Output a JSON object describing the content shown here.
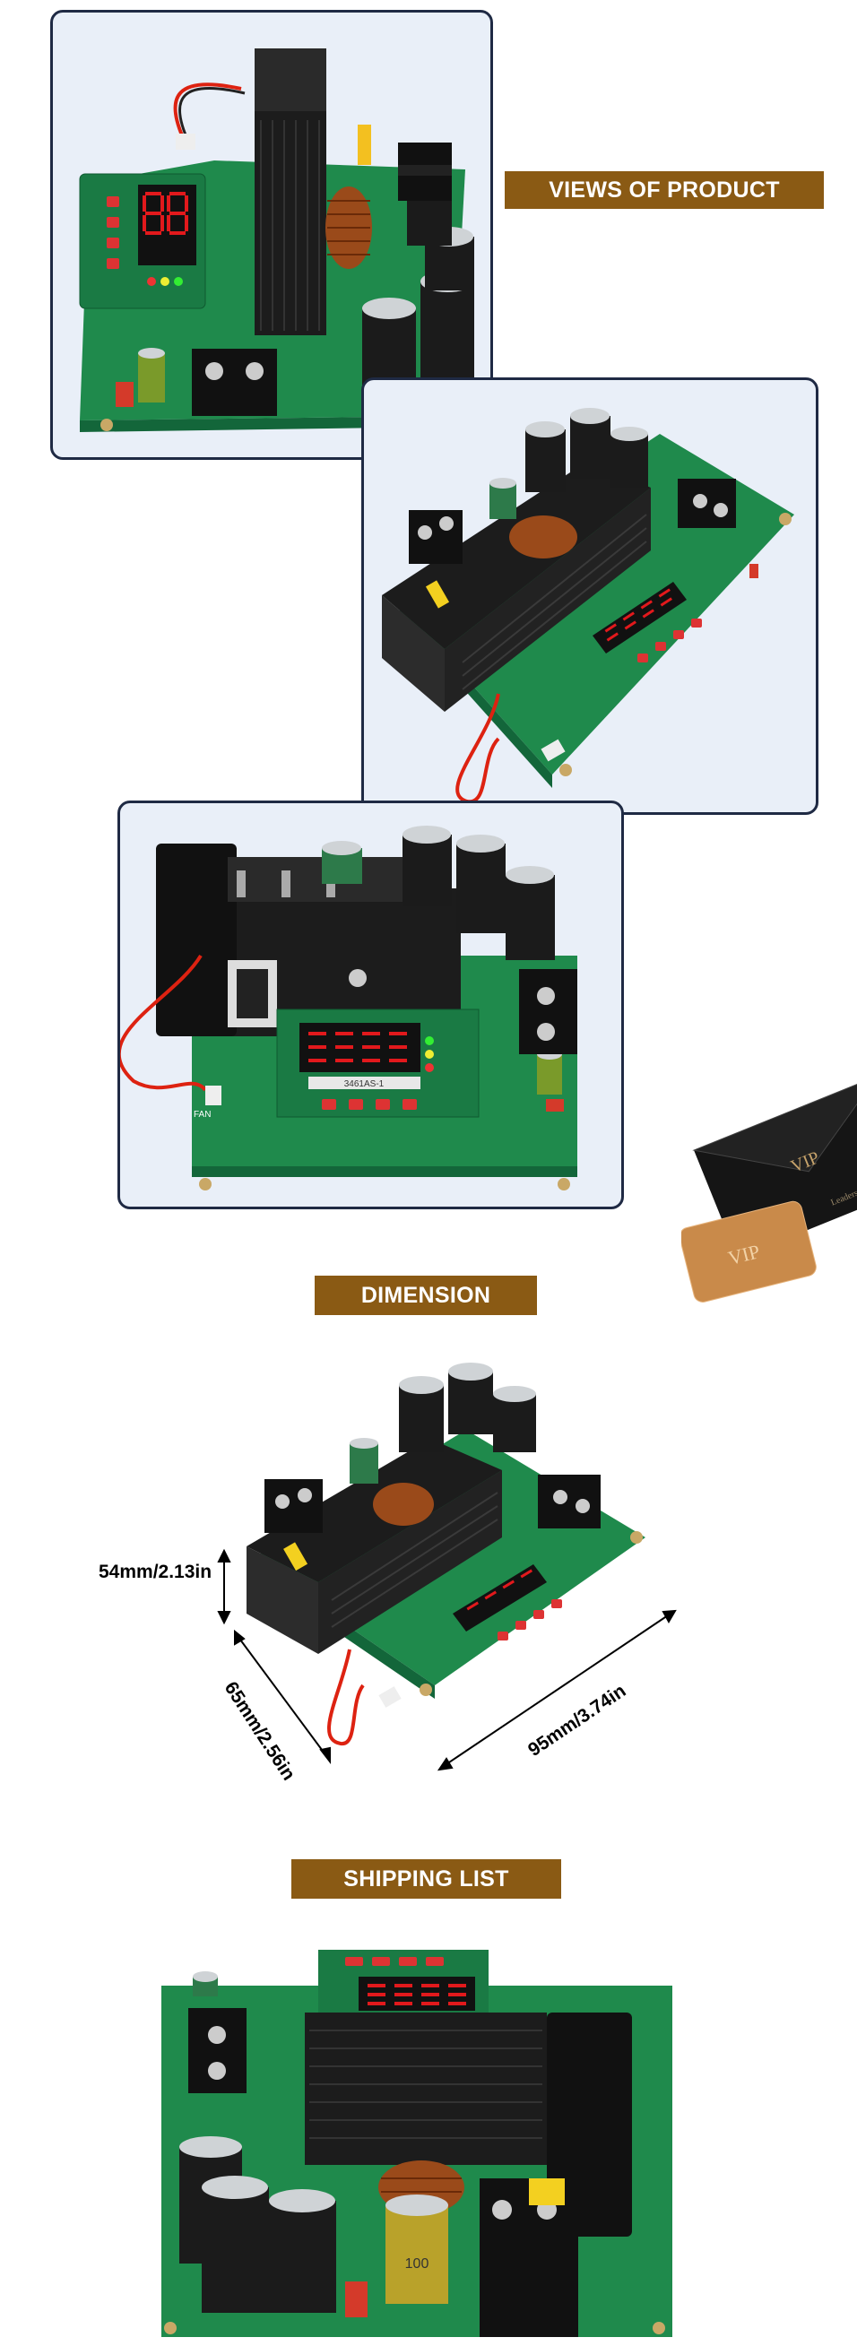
{
  "sections": {
    "views_title": "VIEWS OF PRODUCT",
    "dimension_title": "DIMENSION",
    "shipping_title": "SHIPPING LIST"
  },
  "dimensions": {
    "height": "54mm/2.13in",
    "width": "65mm/2.56in",
    "length": "95mm/3.74in"
  },
  "display_labels": {
    "module_code": "3461AS-1",
    "fan_label": "FAN",
    "capacitor_label": "100"
  },
  "vip": {
    "card_text": "VIP",
    "envelope_text": "VIP",
    "envelope_subtext": "Leaders cl..."
  },
  "colors": {
    "banner": "#8a5a14",
    "frame_border": "#1f2a44",
    "frame_bg": "#e9eff8",
    "pcb": "#1f8a4c",
    "heatsink": "#1c1c1c"
  }
}
